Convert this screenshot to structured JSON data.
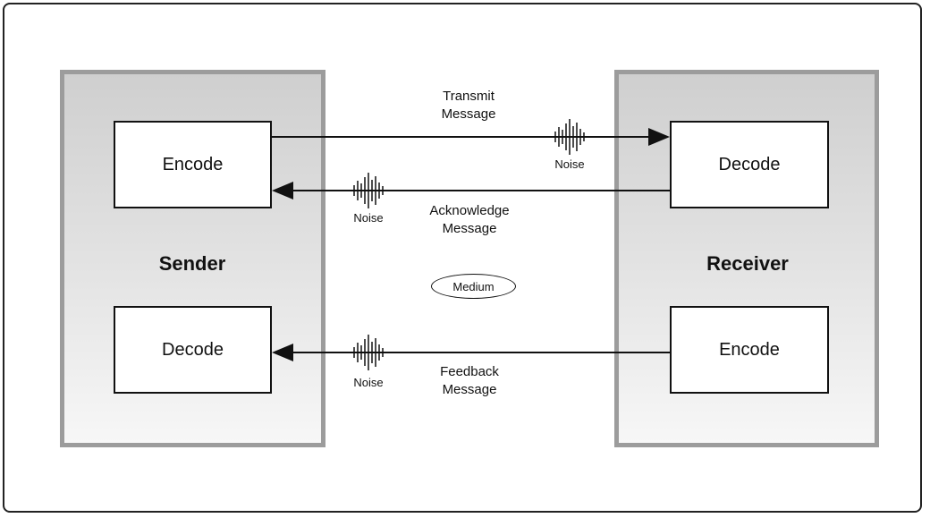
{
  "sender": {
    "title": "Sender",
    "encode_label": "Encode",
    "decode_label": "Decode"
  },
  "receiver": {
    "title": "Receiver",
    "decode_label": "Decode",
    "encode_label": "Encode"
  },
  "medium_label": "Medium",
  "channels": {
    "transmit": {
      "line1": "Transmit",
      "line2": "Message",
      "noise": "Noise"
    },
    "acknowledge": {
      "line1": "Acknowledge",
      "line2": "Message",
      "noise": "Noise"
    },
    "feedback": {
      "line1": "Feedback",
      "line2": "Message",
      "noise": "Noise"
    }
  },
  "colors": {
    "panel_border": "#9c9c9c",
    "line": "#111111"
  }
}
